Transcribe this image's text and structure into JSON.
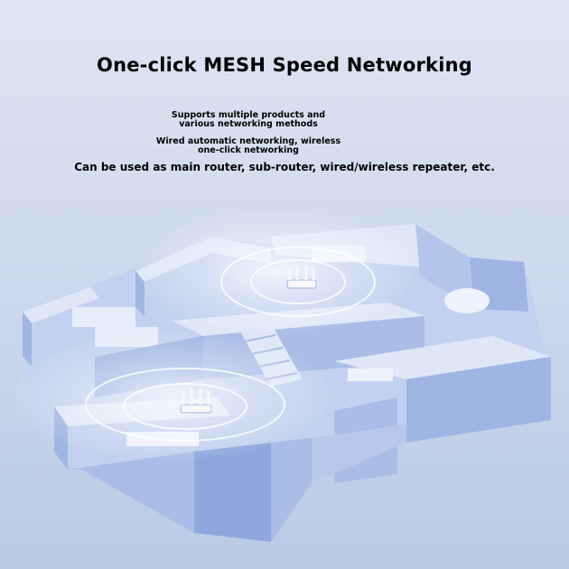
{
  "header": {
    "title": "One-click MESH Speed Networking",
    "features": [
      [
        "Supports multiple products and",
        "various networking methods"
      ],
      [
        "Wired automatic networking, wireless",
        "one-click networking"
      ]
    ],
    "usage": "Can be used as main router, sub-router, wired/wireless repeater, etc."
  },
  "colors": {
    "background": "#d4def0",
    "wall_top": "#dfe7f7",
    "wall_side": "#9fb5e3",
    "floor": "#c2d1ef",
    "signal": "#ffffff"
  }
}
